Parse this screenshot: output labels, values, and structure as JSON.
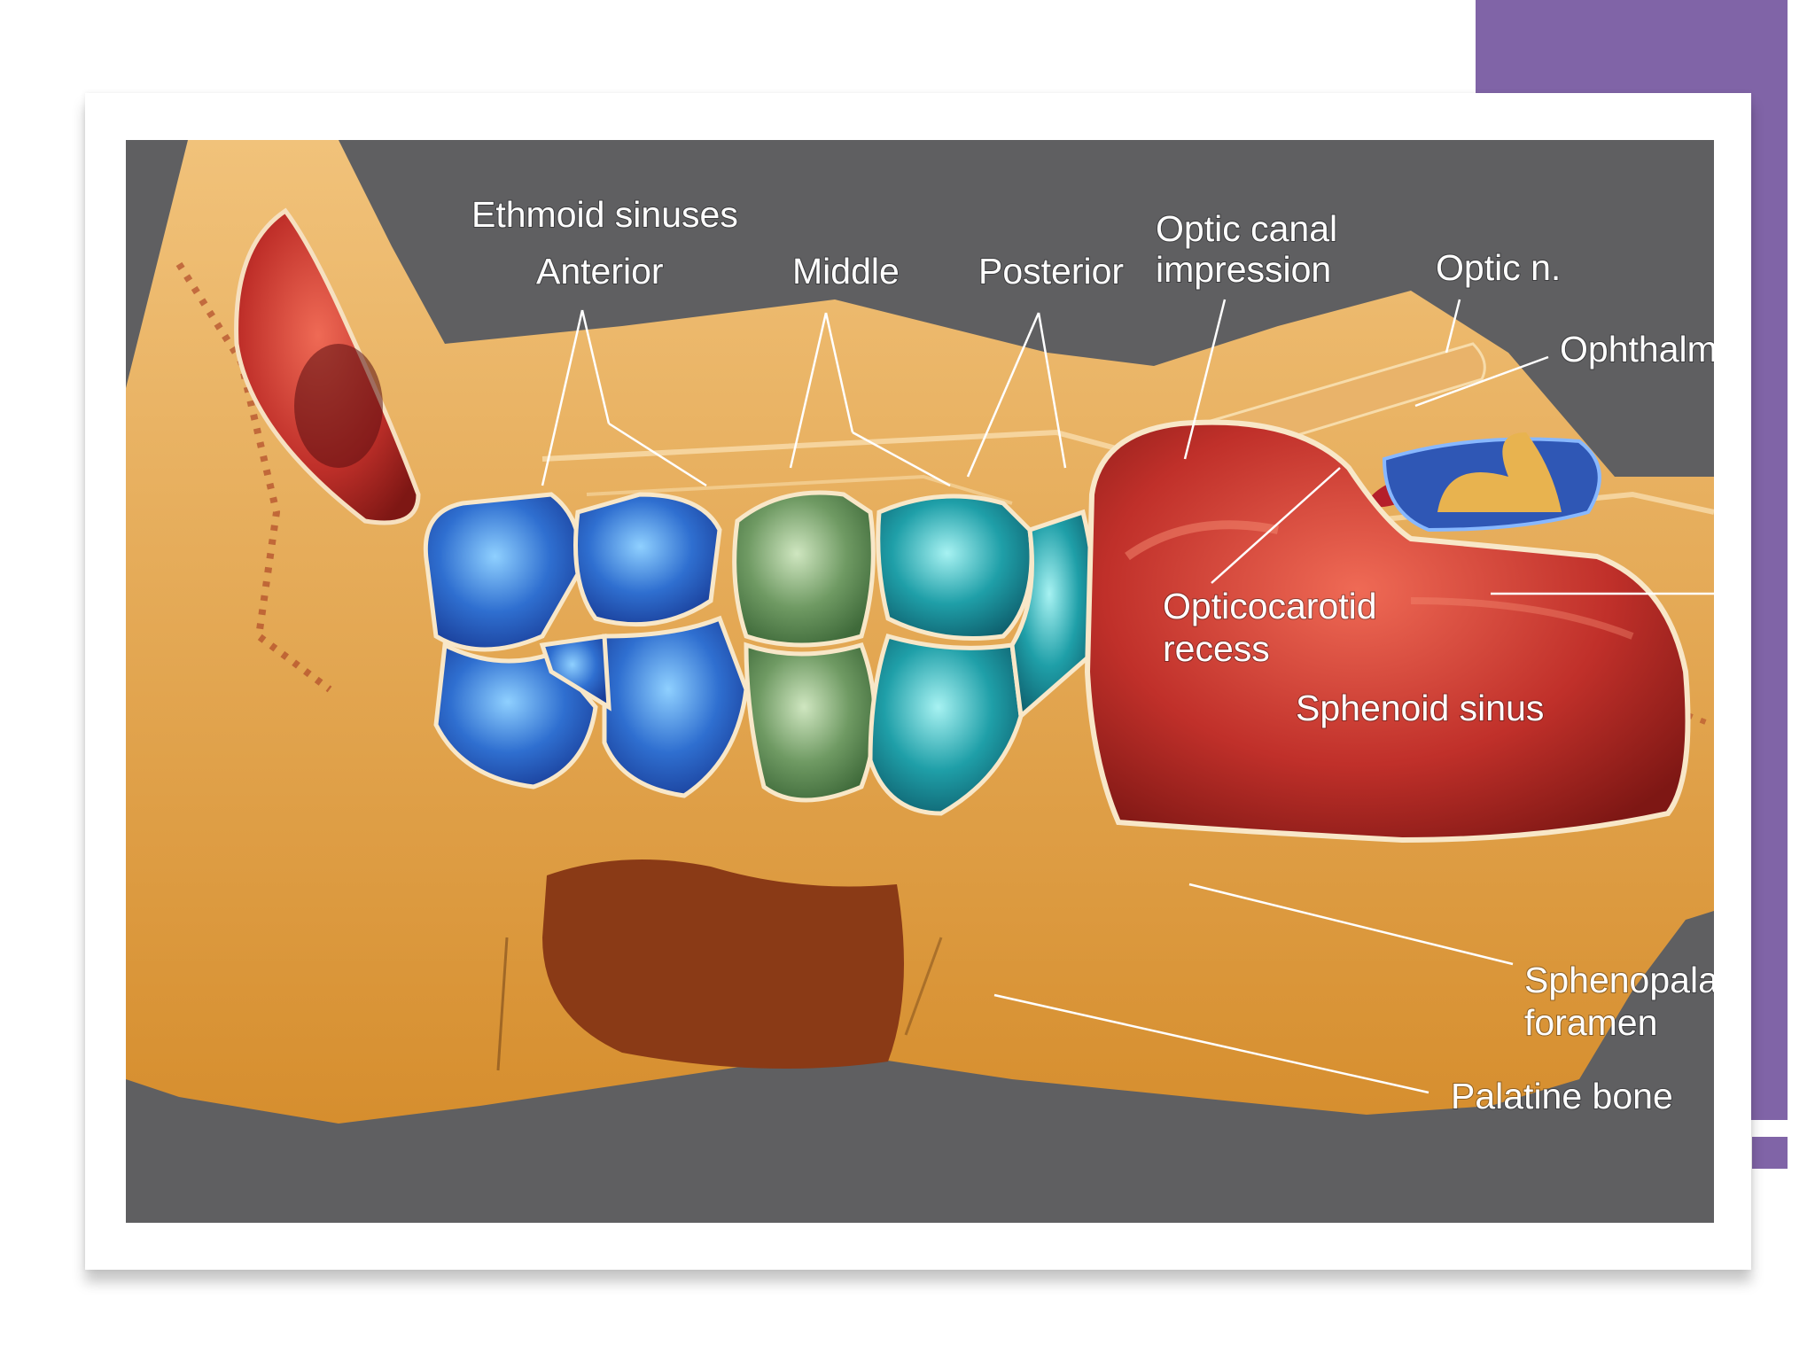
{
  "colors": {
    "accent": "#8064a7",
    "figure_background": "#5f5f61",
    "bone": "#e4a54a",
    "anterior_cells": "#2f6fd0",
    "middle_cells": "#6f9a63",
    "posterior_cells": "#1f9fa8",
    "sphenoid_sinus": "#c0302a"
  },
  "labels": {
    "ethmoid_sinuses": "Ethmoid sinuses",
    "anterior": "Anterior",
    "middle": "Middle",
    "posterior": "Posterior",
    "optic_canal_line1": "Optic canal",
    "optic_canal_line2": "impression",
    "optic_n": "Optic n.",
    "ophthalmic": "Ophthalmi",
    "opticocarotid_line1": "Opticocarotid",
    "opticocarotid_line2": "recess",
    "sphenoid_sinus": "Sphenoid sinus",
    "sphenopalatine_line1": "Sphenopala",
    "sphenopalatine_line2": "foramen",
    "palatine_bone": "Palatine bone"
  }
}
